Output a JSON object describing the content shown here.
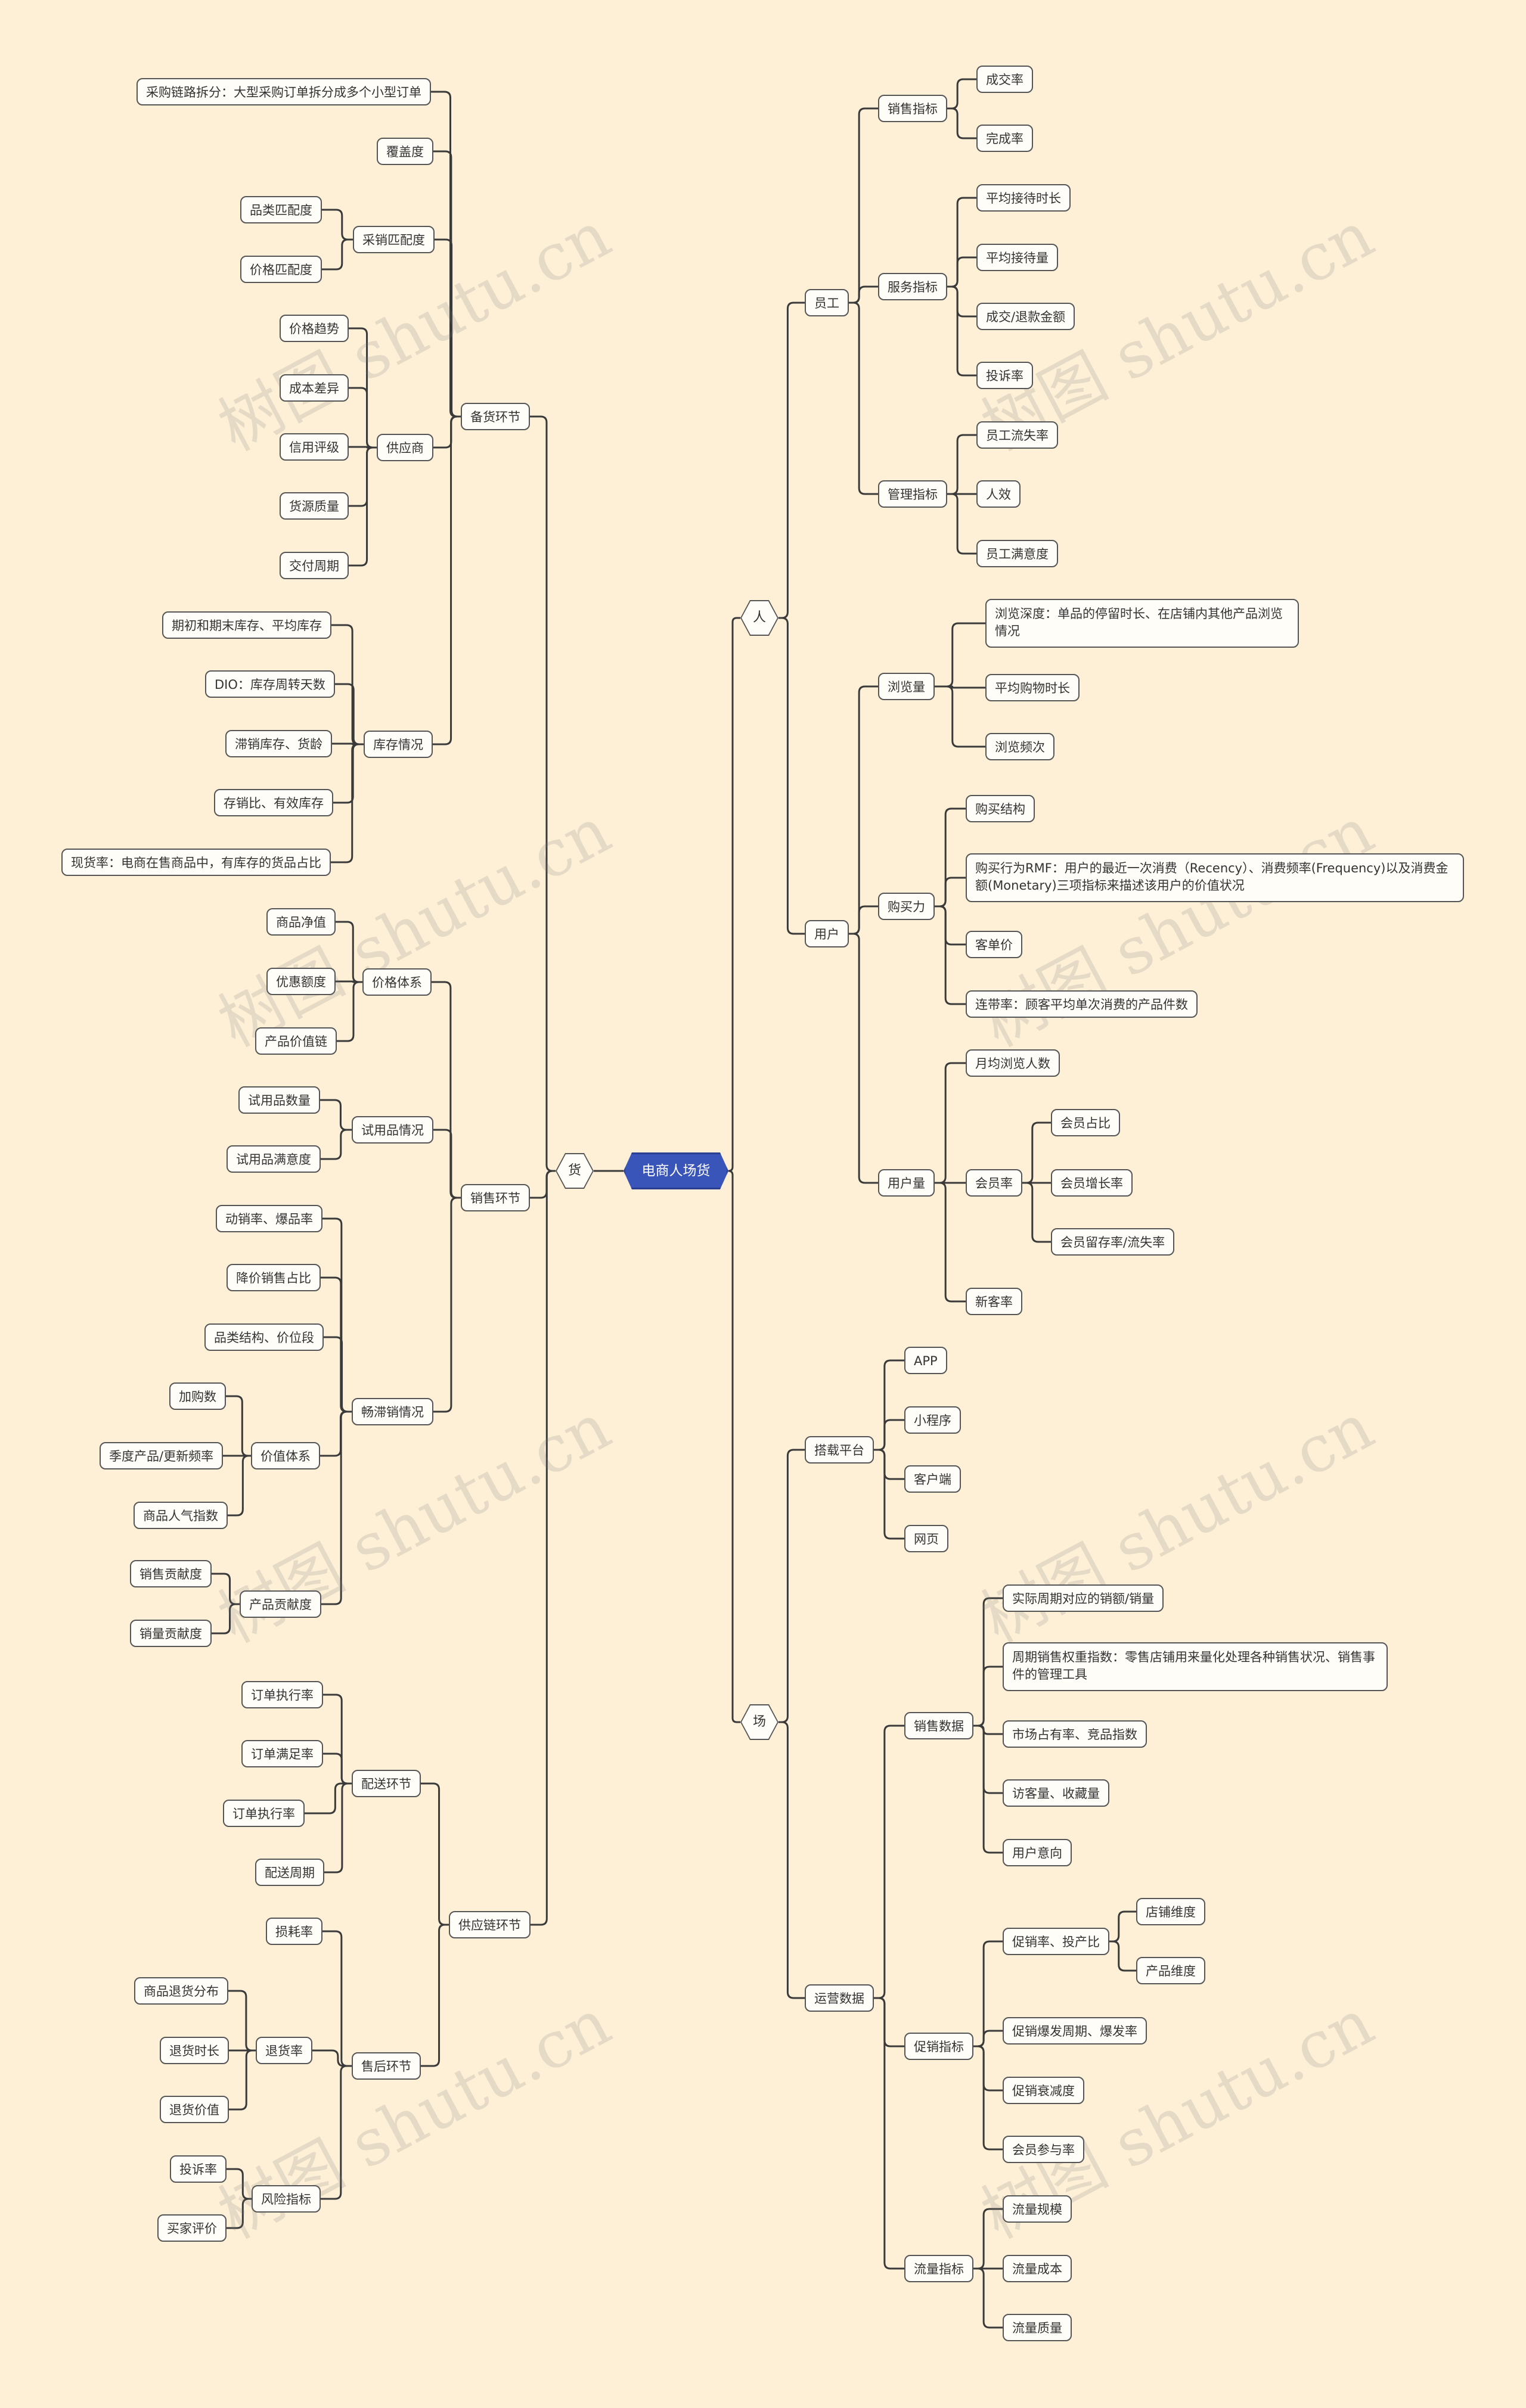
{
  "watermark": "树图 shutu.cn",
  "root": "电商人场货",
  "branches": {
    "ren": "人",
    "chang": "场",
    "huo": "货"
  },
  "ren": {
    "yuangong": {
      "label": "员工",
      "xiaoshou": {
        "label": "销售指标",
        "items": [
          "成交率",
          "完成率"
        ]
      },
      "fuwu": {
        "label": "服务指标",
        "items": [
          "平均接待时长",
          "平均接待量",
          "成交/退款金额",
          "投诉率"
        ]
      },
      "guanli": {
        "label": "管理指标",
        "items": [
          "员工流失率",
          "人效",
          "员工满意度"
        ]
      }
    },
    "yonghu": {
      "label": "用户",
      "liulan": {
        "label": "浏览量",
        "items": [
          "浏览深度：单品的停留时长、在店铺内其他产品浏览情况",
          "平均购物时长",
          "浏览频次"
        ]
      },
      "goumai": {
        "label": "购买力",
        "items": [
          "购买结构",
          "购买行为RMF：用户的最近一次消费（Recency）、消费频率(Frequency)以及消费金额(Monetary)三项指标来描述该用户的价值状况",
          "客单价",
          "连带率：顾客平均单次消费的产品件数"
        ]
      },
      "yonghuliang": {
        "label": "用户量",
        "yuejun": "月均浏览人数",
        "huiyuan": {
          "label": "会员率",
          "items": [
            "会员占比",
            "会员增长率",
            "会员留存率/流失率"
          ]
        },
        "xinke": "新客率"
      }
    }
  },
  "chang": {
    "dazai": {
      "label": "搭载平台",
      "items": [
        "APP",
        "小程序",
        "客户端",
        "网页"
      ]
    },
    "yunying": {
      "label": "运营数据",
      "xiaoshou": {
        "label": "销售数据",
        "items": [
          "实际周期对应的销额/销量",
          "周期销售权重指数：零售店铺用来量化处理各种销售状况、销售事件的管理工具",
          "市场占有率、竞品指数",
          "访客量、收藏量",
          "用户意向"
        ]
      },
      "cuxiao": {
        "label": "促销指标",
        "touchan": {
          "label": "促销率、投产比",
          "items": [
            "店铺维度",
            "产品维度"
          ]
        },
        "items": [
          "促销爆发周期、爆发率",
          "促销衰减度",
          "会员参与率"
        ]
      },
      "liuliang": {
        "label": "流量指标",
        "items": [
          "流量规模",
          "流量成本",
          "流量质量"
        ]
      }
    }
  },
  "huo": {
    "beihuo": {
      "label": "备货环节",
      "chaifen": "采购链路拆分：大型采购订单拆分成多个小型订单",
      "fugai": "覆盖度",
      "caixiao": {
        "label": "采销匹配度",
        "items": [
          "品类匹配度",
          "价格匹配度"
        ]
      },
      "gongying": {
        "label": "供应商",
        "items": [
          "价格趋势",
          "成本差异",
          "信用评级",
          "货源质量",
          "交付周期"
        ]
      },
      "kucun": {
        "label": "库存情况",
        "items": [
          "期初和期末库存、平均库存",
          "DIO：库存周转天数",
          "滞销库存、货龄",
          "存销比、有效库存",
          "现货率：电商在售商品中，有库存的货品占比"
        ]
      }
    },
    "xiaoshou": {
      "label": "销售环节",
      "jiage": {
        "label": "价格体系",
        "items": [
          "商品净值",
          "优惠额度",
          "产品价值链"
        ]
      },
      "shiyong": {
        "label": "试用品情况",
        "items": [
          "试用品数量",
          "试用品满意度"
        ]
      },
      "changzhi": {
        "label": "畅滞销情况",
        "items": [
          "动销率、爆品率",
          "降价销售占比",
          "品类结构、价位段"
        ],
        "jiazhi": {
          "label": "价值体系",
          "items": [
            "加购数",
            "季度产品/更新频率",
            "商品人气指数"
          ]
        },
        "gongxian": {
          "label": "产品贡献度",
          "items": [
            "销售贡献度",
            "销量贡献度"
          ]
        }
      }
    },
    "gongyinglian": {
      "label": "供应链环节",
      "peisong": {
        "label": "配送环节",
        "items": [
          "订单执行率",
          "订单满足率",
          "订单执行率",
          "配送周期"
        ]
      },
      "shouhou": {
        "label": "售后环节",
        "sunhao": "损耗率",
        "tuihuo": {
          "label": "退货率",
          "items": [
            "商品退货分布",
            "退货时长",
            "退货价值"
          ]
        },
        "fengxian": {
          "label": "风险指标",
          "items": [
            "投诉率",
            "买家评价"
          ]
        }
      }
    }
  }
}
